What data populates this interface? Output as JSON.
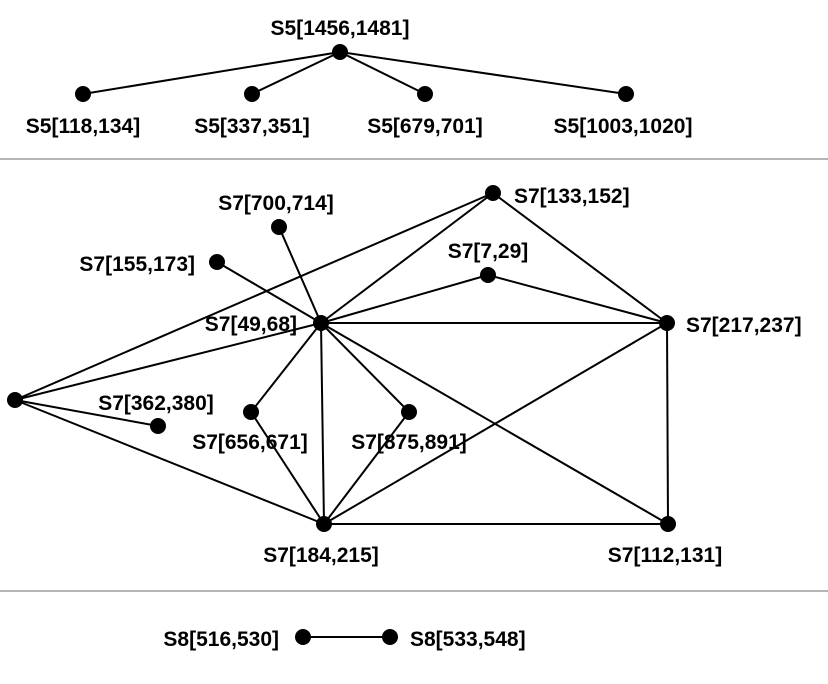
{
  "colors": {
    "node": "#000000",
    "edge": "#000000",
    "divider": "#b5b5b5",
    "background": "#ffffff"
  },
  "groups": [
    {
      "id": "s5",
      "nodes": [
        {
          "id": "s5_root",
          "label": "S5[1456,1481]"
        },
        {
          "id": "s5_a",
          "label": "S5[118,134]"
        },
        {
          "id": "s5_b",
          "label": "S5[337,351]"
        },
        {
          "id": "s5_c",
          "label": "S5[679,701]"
        },
        {
          "id": "s5_d",
          "label": "S5[1003,1020]"
        }
      ],
      "edges": [
        [
          "s5_root",
          "s5_a"
        ],
        [
          "s5_root",
          "s5_b"
        ],
        [
          "s5_root",
          "s5_c"
        ],
        [
          "s5_root",
          "s5_d"
        ]
      ]
    },
    {
      "id": "s7",
      "nodes": [
        {
          "id": "n49",
          "label": "S7[49,68]"
        },
        {
          "id": "n133",
          "label": "S7[133,152]"
        },
        {
          "id": "n700",
          "label": "S7[700,714]"
        },
        {
          "id": "n155",
          "label": "S7[155,173]"
        },
        {
          "id": "n7",
          "label": "S7[7,29]"
        },
        {
          "id": "n217",
          "label": "S7[217,237]"
        },
        {
          "id": "nleft",
          "label": ""
        },
        {
          "id": "n362",
          "label": "S7[362,380]"
        },
        {
          "id": "n656",
          "label": "S7[656,671]"
        },
        {
          "id": "n875",
          "label": "S7[875,891]"
        },
        {
          "id": "n184",
          "label": "S7[184,215]"
        },
        {
          "id": "n112",
          "label": "S7[112,131]"
        }
      ],
      "edges": [
        [
          "n49",
          "n700"
        ],
        [
          "n49",
          "n155"
        ],
        [
          "n49",
          "n133"
        ],
        [
          "n49",
          "n7"
        ],
        [
          "n49",
          "n217"
        ],
        [
          "n49",
          "n184"
        ],
        [
          "n49",
          "n112"
        ],
        [
          "n49",
          "n656"
        ],
        [
          "n49",
          "n875"
        ],
        [
          "n49",
          "nleft"
        ],
        [
          "n133",
          "n217"
        ],
        [
          "n133",
          "nleft"
        ],
        [
          "n7",
          "n217"
        ],
        [
          "n217",
          "n112"
        ],
        [
          "n217",
          "n184"
        ],
        [
          "nleft",
          "n362"
        ],
        [
          "nleft",
          "n184"
        ],
        [
          "n656",
          "n184"
        ],
        [
          "n875",
          "n184"
        ],
        [
          "n184",
          "n112"
        ]
      ]
    },
    {
      "id": "s8",
      "nodes": [
        {
          "id": "s8_a",
          "label": "S8[516,530]"
        },
        {
          "id": "s8_b",
          "label": "S8[533,548]"
        }
      ],
      "edges": [
        [
          "s8_a",
          "s8_b"
        ]
      ]
    }
  ]
}
